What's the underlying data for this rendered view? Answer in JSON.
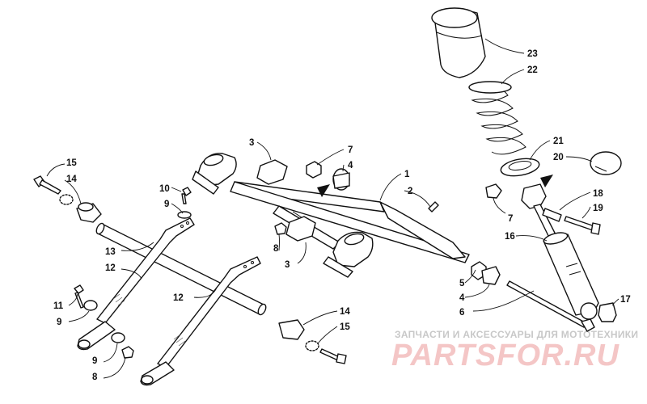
{
  "callouts": [
    "1",
    "2",
    "3",
    "3",
    "4",
    "4",
    "5",
    "6",
    "7",
    "7",
    "8",
    "8",
    "9",
    "9",
    "9",
    "10",
    "11",
    "12",
    "12",
    "13",
    "14",
    "14",
    "15",
    "15",
    "16",
    "17",
    "18",
    "19",
    "20",
    "21",
    "22",
    "23"
  ],
  "watermark": {
    "tagline": "ЗАПЧАСТИ И АКСЕССУАРЫ ДЛЯ МОТОТЕХНИКИ",
    "brand": "PARTSFOR.RU"
  },
  "colors": {
    "line": "#111111",
    "watermark_top": "#c8c8c8",
    "watermark_brand": "#f4c6c6"
  }
}
